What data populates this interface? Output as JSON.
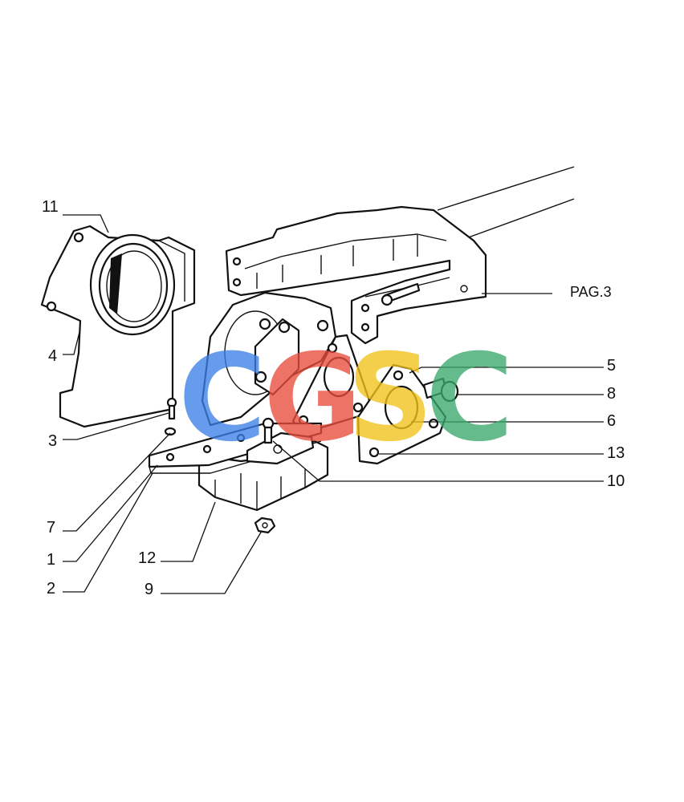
{
  "callouts": {
    "c11": "11",
    "c4": "4",
    "c3": "3",
    "c7": "7",
    "c1": "1",
    "c2": "2",
    "c12": "12",
    "c9": "9",
    "c5": "5",
    "c8": "8",
    "c6": "6",
    "c13": "13",
    "c10": "10"
  },
  "page_ref": "PAG.3",
  "watermark": {
    "letters": [
      "C",
      "G",
      "S",
      "C"
    ],
    "colors": [
      "#3d7fe6",
      "#e84c3d",
      "#f2c21b",
      "#3aa86b"
    ]
  }
}
